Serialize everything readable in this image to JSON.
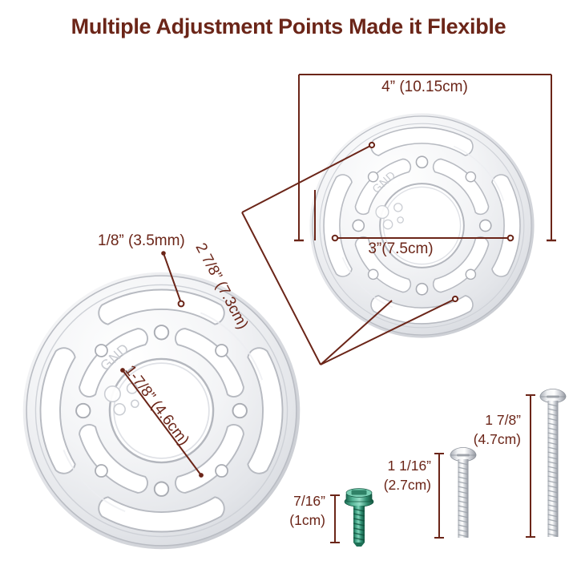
{
  "page": {
    "title": "Multiple Adjustment Points Made it Flexible",
    "title_color": "#6B2518",
    "background_color": "#ffffff",
    "accent_color": "#6B2518"
  },
  "annotations": {
    "plate_outer_width": "4” (10.15cm)",
    "plate_hole_spacing": "3”(7.5cm)",
    "plate_diagonal": "2 7/8” (7.3cm)",
    "plate_thickness": "1/8” (3.5mm)",
    "plate_center_hole": "1-7/8” (4.6cm)"
  },
  "plates": [
    {
      "name": "mounting-plate-back",
      "marking": "GND",
      "slots_outer": 4,
      "slots_inner": 4
    },
    {
      "name": "mounting-plate-front",
      "marking": "GND",
      "slots_outer": 4,
      "slots_inner": 4
    }
  ],
  "screws": [
    {
      "name": "ground-screw",
      "length_label_line1": "7/16”",
      "length_label_line2": "(1cm)",
      "color": "#2e8b6f",
      "head": "hex-washer"
    },
    {
      "name": "machine-screw-short",
      "length_label_line1": "1 1/16”",
      "length_label_line2": "(2.7cm)",
      "color": "#c9ccd1",
      "head": "pan"
    },
    {
      "name": "machine-screw-long",
      "length_label_line1": "1 7/8”",
      "length_label_line2": "(4.7cm)",
      "color": "#c9ccd1",
      "head": "pan"
    }
  ]
}
